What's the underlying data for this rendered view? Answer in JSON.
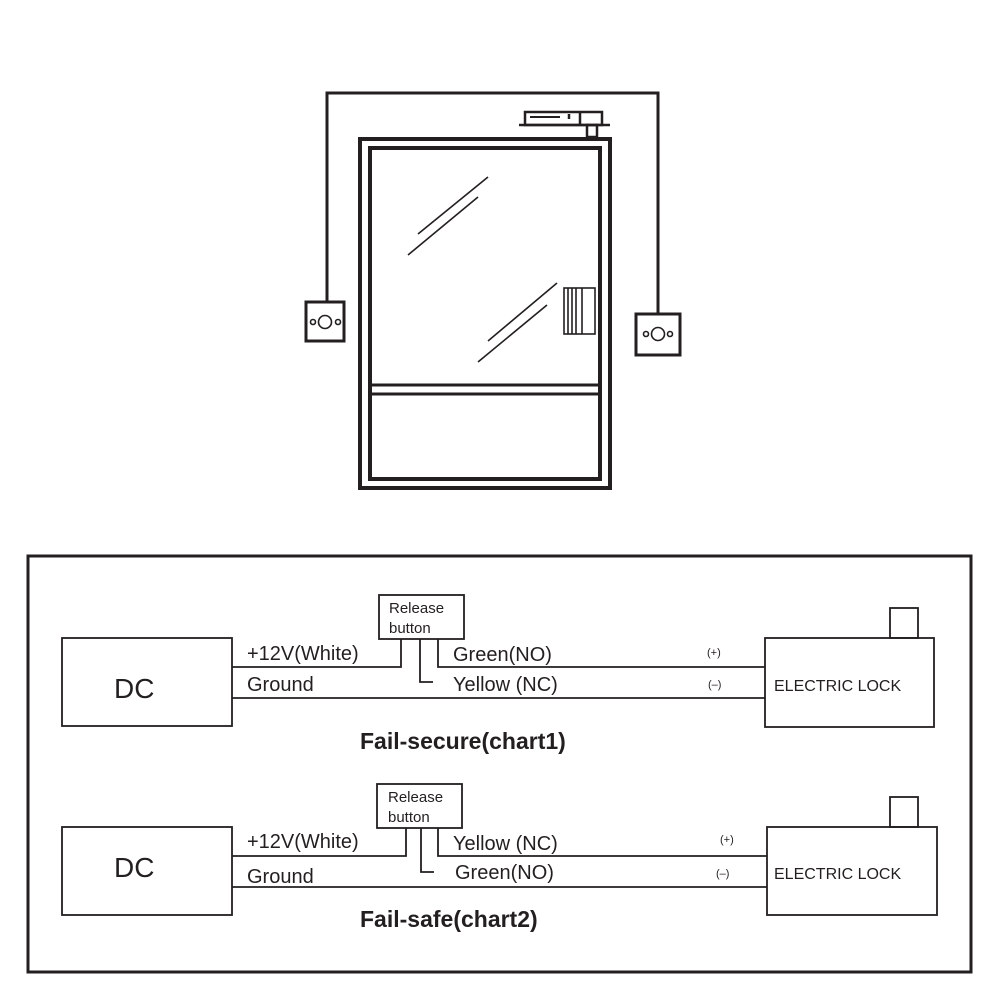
{
  "illustration": {
    "name": "door access control installation",
    "icons": [
      "door-icon",
      "glass-reflection-icon",
      "door-handle-icon",
      "electric-lock-device-icon",
      "exit-button-icon",
      "access-reader-icon",
      "wire-icon"
    ]
  },
  "wiring": {
    "charts": [
      {
        "title": "Fail-secure(chart1)",
        "power_label": "DC",
        "plus_wire_label": "+12V(White)",
        "ground_wire_label": "Ground",
        "release_button_line1": "Release",
        "release_button_line2": "button",
        "upper_output_label": "Green(NO)",
        "lower_output_label": "Yellow (NC)",
        "plus_terminal": "(+)",
        "minus_terminal": "(–)",
        "lock_label": "ELECTRIC LOCK"
      },
      {
        "title": "Fail-safe(chart2)",
        "power_label": "DC",
        "plus_wire_label": "+12V(White)",
        "ground_wire_label": "Ground",
        "release_button_line1": "Release",
        "release_button_line2": "button",
        "upper_output_label": "Yellow (NC)",
        "lower_output_label": "Green(NO)",
        "plus_terminal": "(+)",
        "minus_terminal": "(–)",
        "lock_label": "ELECTRIC LOCK"
      }
    ]
  }
}
